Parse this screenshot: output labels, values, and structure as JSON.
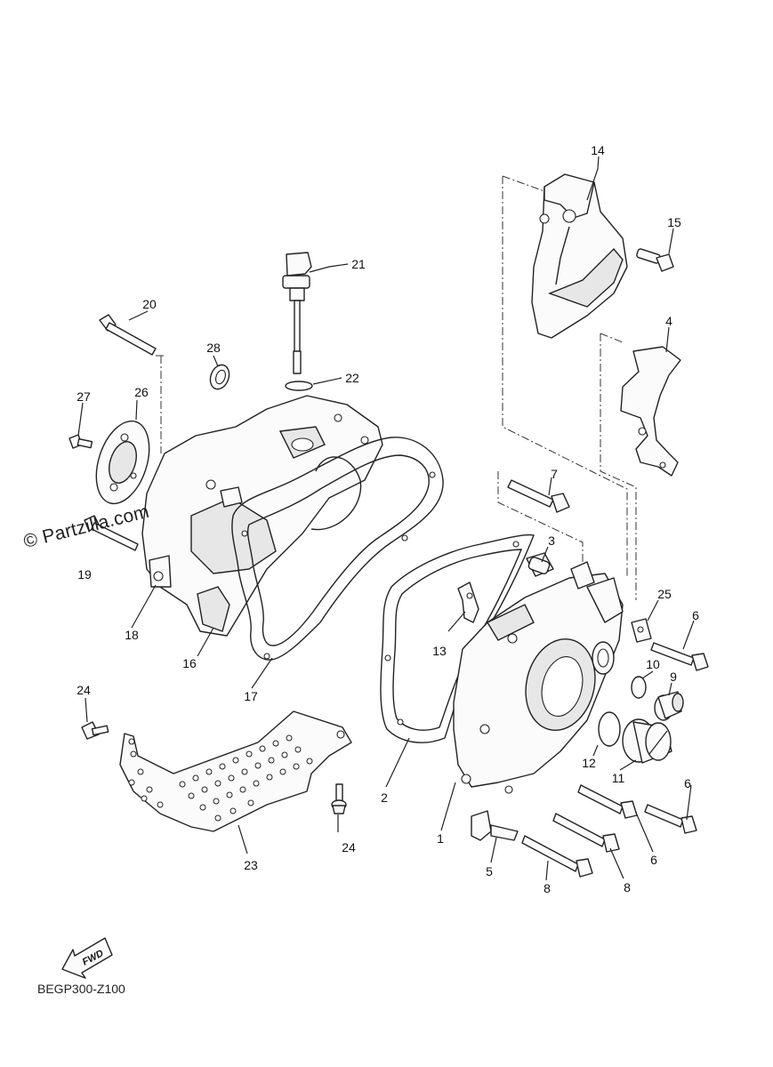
{
  "watermark": "© Partzilla.com",
  "diagram_code": "BEGP300-Z100",
  "fwd_label": "FWD",
  "callouts": {
    "c1": "1",
    "c2": "2",
    "c3": "3",
    "c4": "4",
    "c5": "5",
    "c6a": "6",
    "c6b": "6",
    "c6c": "6",
    "c7": "7",
    "c8a": "8",
    "c8b": "8",
    "c9": "9",
    "c10": "10",
    "c11": "11",
    "c12": "12",
    "c13": "13",
    "c14": "14",
    "c15": "15",
    "c16": "16",
    "c17": "17",
    "c18": "18",
    "c19": "19",
    "c20": "20",
    "c21": "21",
    "c22": "22",
    "c23": "23",
    "c24a": "24",
    "c24b": "24",
    "c25": "25",
    "c26": "26",
    "c27": "27",
    "c28": "28"
  }
}
